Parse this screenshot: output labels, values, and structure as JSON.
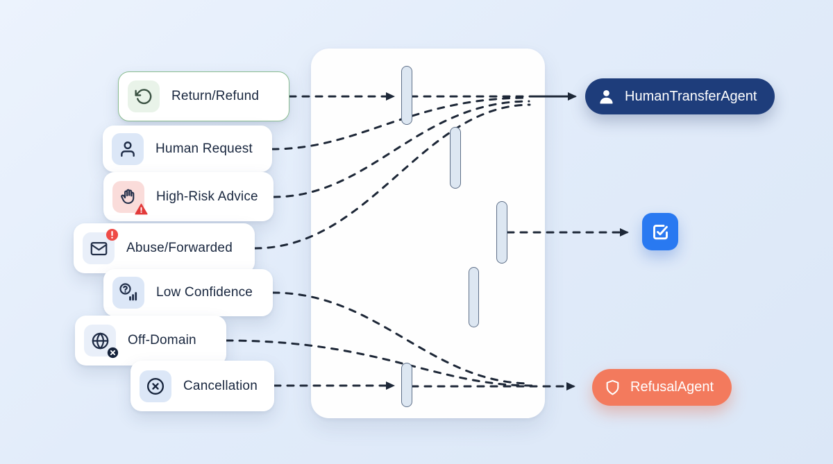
{
  "diagram": {
    "description": "Routing diagram: customer-request categories pass through a gate panel and are routed to agents",
    "colors": {
      "background": "#e2ecfa",
      "panel": "#fefefe",
      "wire": "#1d2737",
      "gate_fill": "#dde7f2",
      "gate_border": "#5d6e87",
      "human_agent_bg": "#1e3d7b",
      "refusal_agent_bg": "#f37a5d",
      "resolve_node_bg": "#2979f1",
      "return_card_border": "#8abd90",
      "alert_red": "#e8433f"
    }
  },
  "sources": [
    {
      "label": "Return/Refund",
      "icon": "rotate-ccw-icon",
      "routes_to": "HumanTransferAgent"
    },
    {
      "label": "Human Request",
      "icon": "user-icon",
      "routes_to": "HumanTransferAgent"
    },
    {
      "label": "High-Risk Advice",
      "icon": "hand-warning-icon",
      "routes_to": "HumanTransferAgent"
    },
    {
      "label": "Abuse/Forwarded",
      "icon": "mail-alert-icon",
      "routes_to": "HumanTransferAgent"
    },
    {
      "label": "Low Confidence",
      "icon": "help-stats-icon",
      "routes_to": "RefusalAgent"
    },
    {
      "label": "Off-Domain",
      "icon": "globe-blocked-icon",
      "routes_to": "RefusalAgent"
    },
    {
      "label": "Cancellation",
      "icon": "x-circle-icon",
      "routes_to": "RefusalAgent"
    }
  ],
  "targets": {
    "human": {
      "label": "HumanTransferAgent",
      "icon": "person-icon"
    },
    "resolve": {
      "label": "",
      "icon": "check-square-icon"
    },
    "refusal": {
      "label": "RefusalAgent",
      "icon": "shield-icon"
    }
  },
  "connections": [
    {
      "from": "Return/Refund",
      "via": "gate-slot-top",
      "to": "HumanTransferAgent",
      "style": "dashed, solid arrow at end"
    },
    {
      "from": "Human Request",
      "to": "HumanTransferAgent",
      "style": "dashed curve"
    },
    {
      "from": "High-Risk Advice",
      "to": "HumanTransferAgent",
      "style": "dashed curve"
    },
    {
      "from": "Abuse/Forwarded",
      "to": "HumanTransferAgent",
      "style": "dashed curve"
    },
    {
      "from": "Low Confidence",
      "to": "RefusalAgent",
      "style": "dashed curve"
    },
    {
      "from": "Off-Domain",
      "to": "RefusalAgent",
      "style": "dashed curve"
    },
    {
      "from": "Cancellation",
      "via": "gate-slot-bottom",
      "to": "RefusalAgent",
      "style": "dashed arrow"
    },
    {
      "from": "gate-slot-middle",
      "to": "resolve-check-node",
      "style": "dashed arrow"
    }
  ]
}
